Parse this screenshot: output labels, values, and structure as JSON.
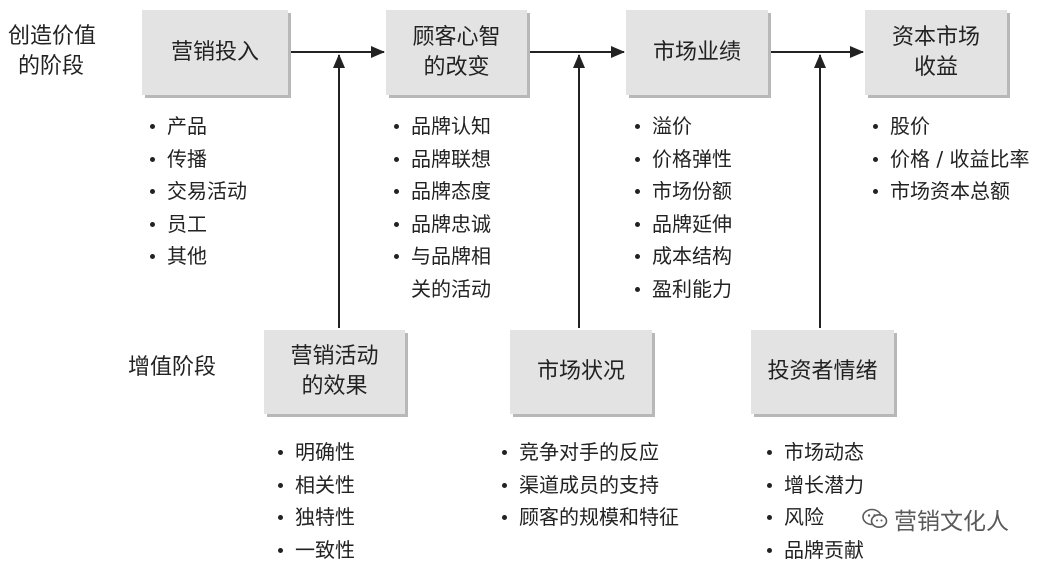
{
  "labels": {
    "create_value": [
      "创造价值",
      "的阶段"
    ],
    "value_add": "增值阶段"
  },
  "top_boxes": [
    {
      "lines": [
        "营销投入"
      ]
    },
    {
      "lines": [
        "顾客心智",
        "的改变"
      ]
    },
    {
      "lines": [
        "市场业绩"
      ]
    },
    {
      "lines": [
        "资本市场",
        "收益"
      ]
    }
  ],
  "bottom_boxes": [
    {
      "lines": [
        "营销活动",
        "的效果"
      ]
    },
    {
      "lines": [
        "市场状况"
      ]
    },
    {
      "lines": [
        "投资者情绪"
      ]
    }
  ],
  "top_lists": [
    [
      "产品",
      "传播",
      "交易活动",
      "员工",
      "其他"
    ],
    [
      "品牌认知",
      "品牌联想",
      "品牌态度",
      "品牌忠诚",
      "与品牌相",
      "关的活动"
    ],
    [
      "溢价",
      "价格弹性",
      "市场份额",
      "品牌延伸",
      "成本结构",
      "盈利能力"
    ],
    [
      "股价",
      "价格 / 收益比率",
      "市场资本总额"
    ]
  ],
  "bottom_lists": [
    [
      "明确性",
      "相关性",
      "独特性",
      "一致性"
    ],
    [
      "竞争对手的反应",
      "渠道成员的支持",
      "顾客的规模和特征"
    ],
    [
      "市场动态",
      "增长潜力",
      "风险",
      "品牌贡献"
    ]
  ],
  "watermark": {
    "text": "营销文化人",
    "icon": "wechat-icon"
  },
  "colors": {
    "box_fill": "#e3e3e3",
    "box_shadow": "#b8b8b8",
    "arrow": "#222222",
    "text": "#222222"
  }
}
